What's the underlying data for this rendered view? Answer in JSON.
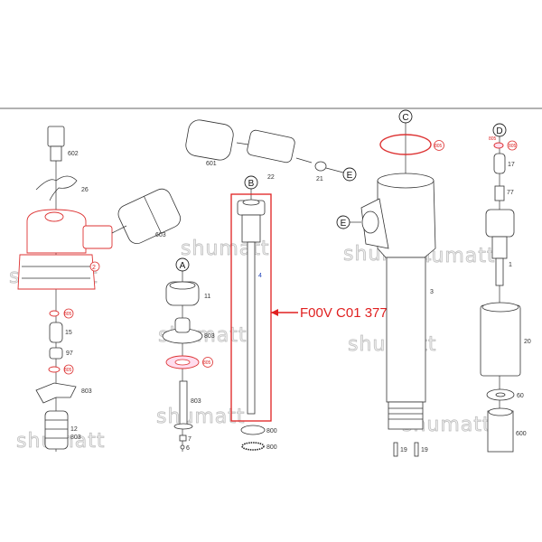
{
  "diagram": {
    "part_number_callout": "F00V C01 377",
    "watermark": "shumatt",
    "colors": {
      "highlight": "#e02020",
      "line": "#333333",
      "rule": "#999999"
    },
    "view_markers": [
      "A",
      "B",
      "C",
      "D",
      "E"
    ],
    "labels": {
      "p602": "602",
      "p26": "26",
      "p603": "603",
      "p2": "2",
      "p805a": "805",
      "p15": "15",
      "p97": "97",
      "p805b": "805",
      "p803a": "803",
      "p12": "12",
      "p803b": "803",
      "p601": "601",
      "p22": "22",
      "p21": "21",
      "p4": "4",
      "p11": "11",
      "p803c": "803",
      "p805c": "805",
      "p803d": "803",
      "p7": "7",
      "p6": "6",
      "p800a": "800",
      "p800b": "800",
      "p805d": "805",
      "p3": "3",
      "p19a": "19",
      "p19b": "19",
      "p805e": "805",
      "p805f": "805",
      "p17": "17",
      "p77": "77",
      "p1": "1",
      "p20": "20",
      "p60": "60",
      "p600": "600"
    }
  }
}
